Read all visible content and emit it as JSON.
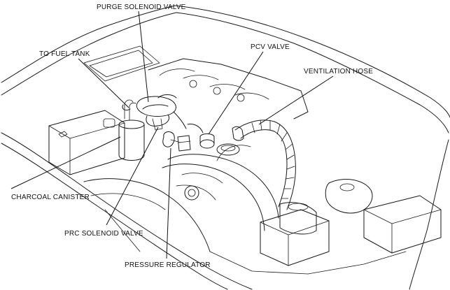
{
  "labels": {
    "purge_solenoid_valve": "PURGE SOLENOID VALVE",
    "to_fuel_tank": "TO FUEL TANK",
    "pcv_valve": "PCV VALVE",
    "ventilation_hose": "VENTILATION HOSE",
    "charcoal_canister": "CHARCOAL CANISTER",
    "prc_solenoid_valve": "PRC SOLENOID VALVE",
    "pressure_regulator": "PRESSURE REGULATOR"
  }
}
